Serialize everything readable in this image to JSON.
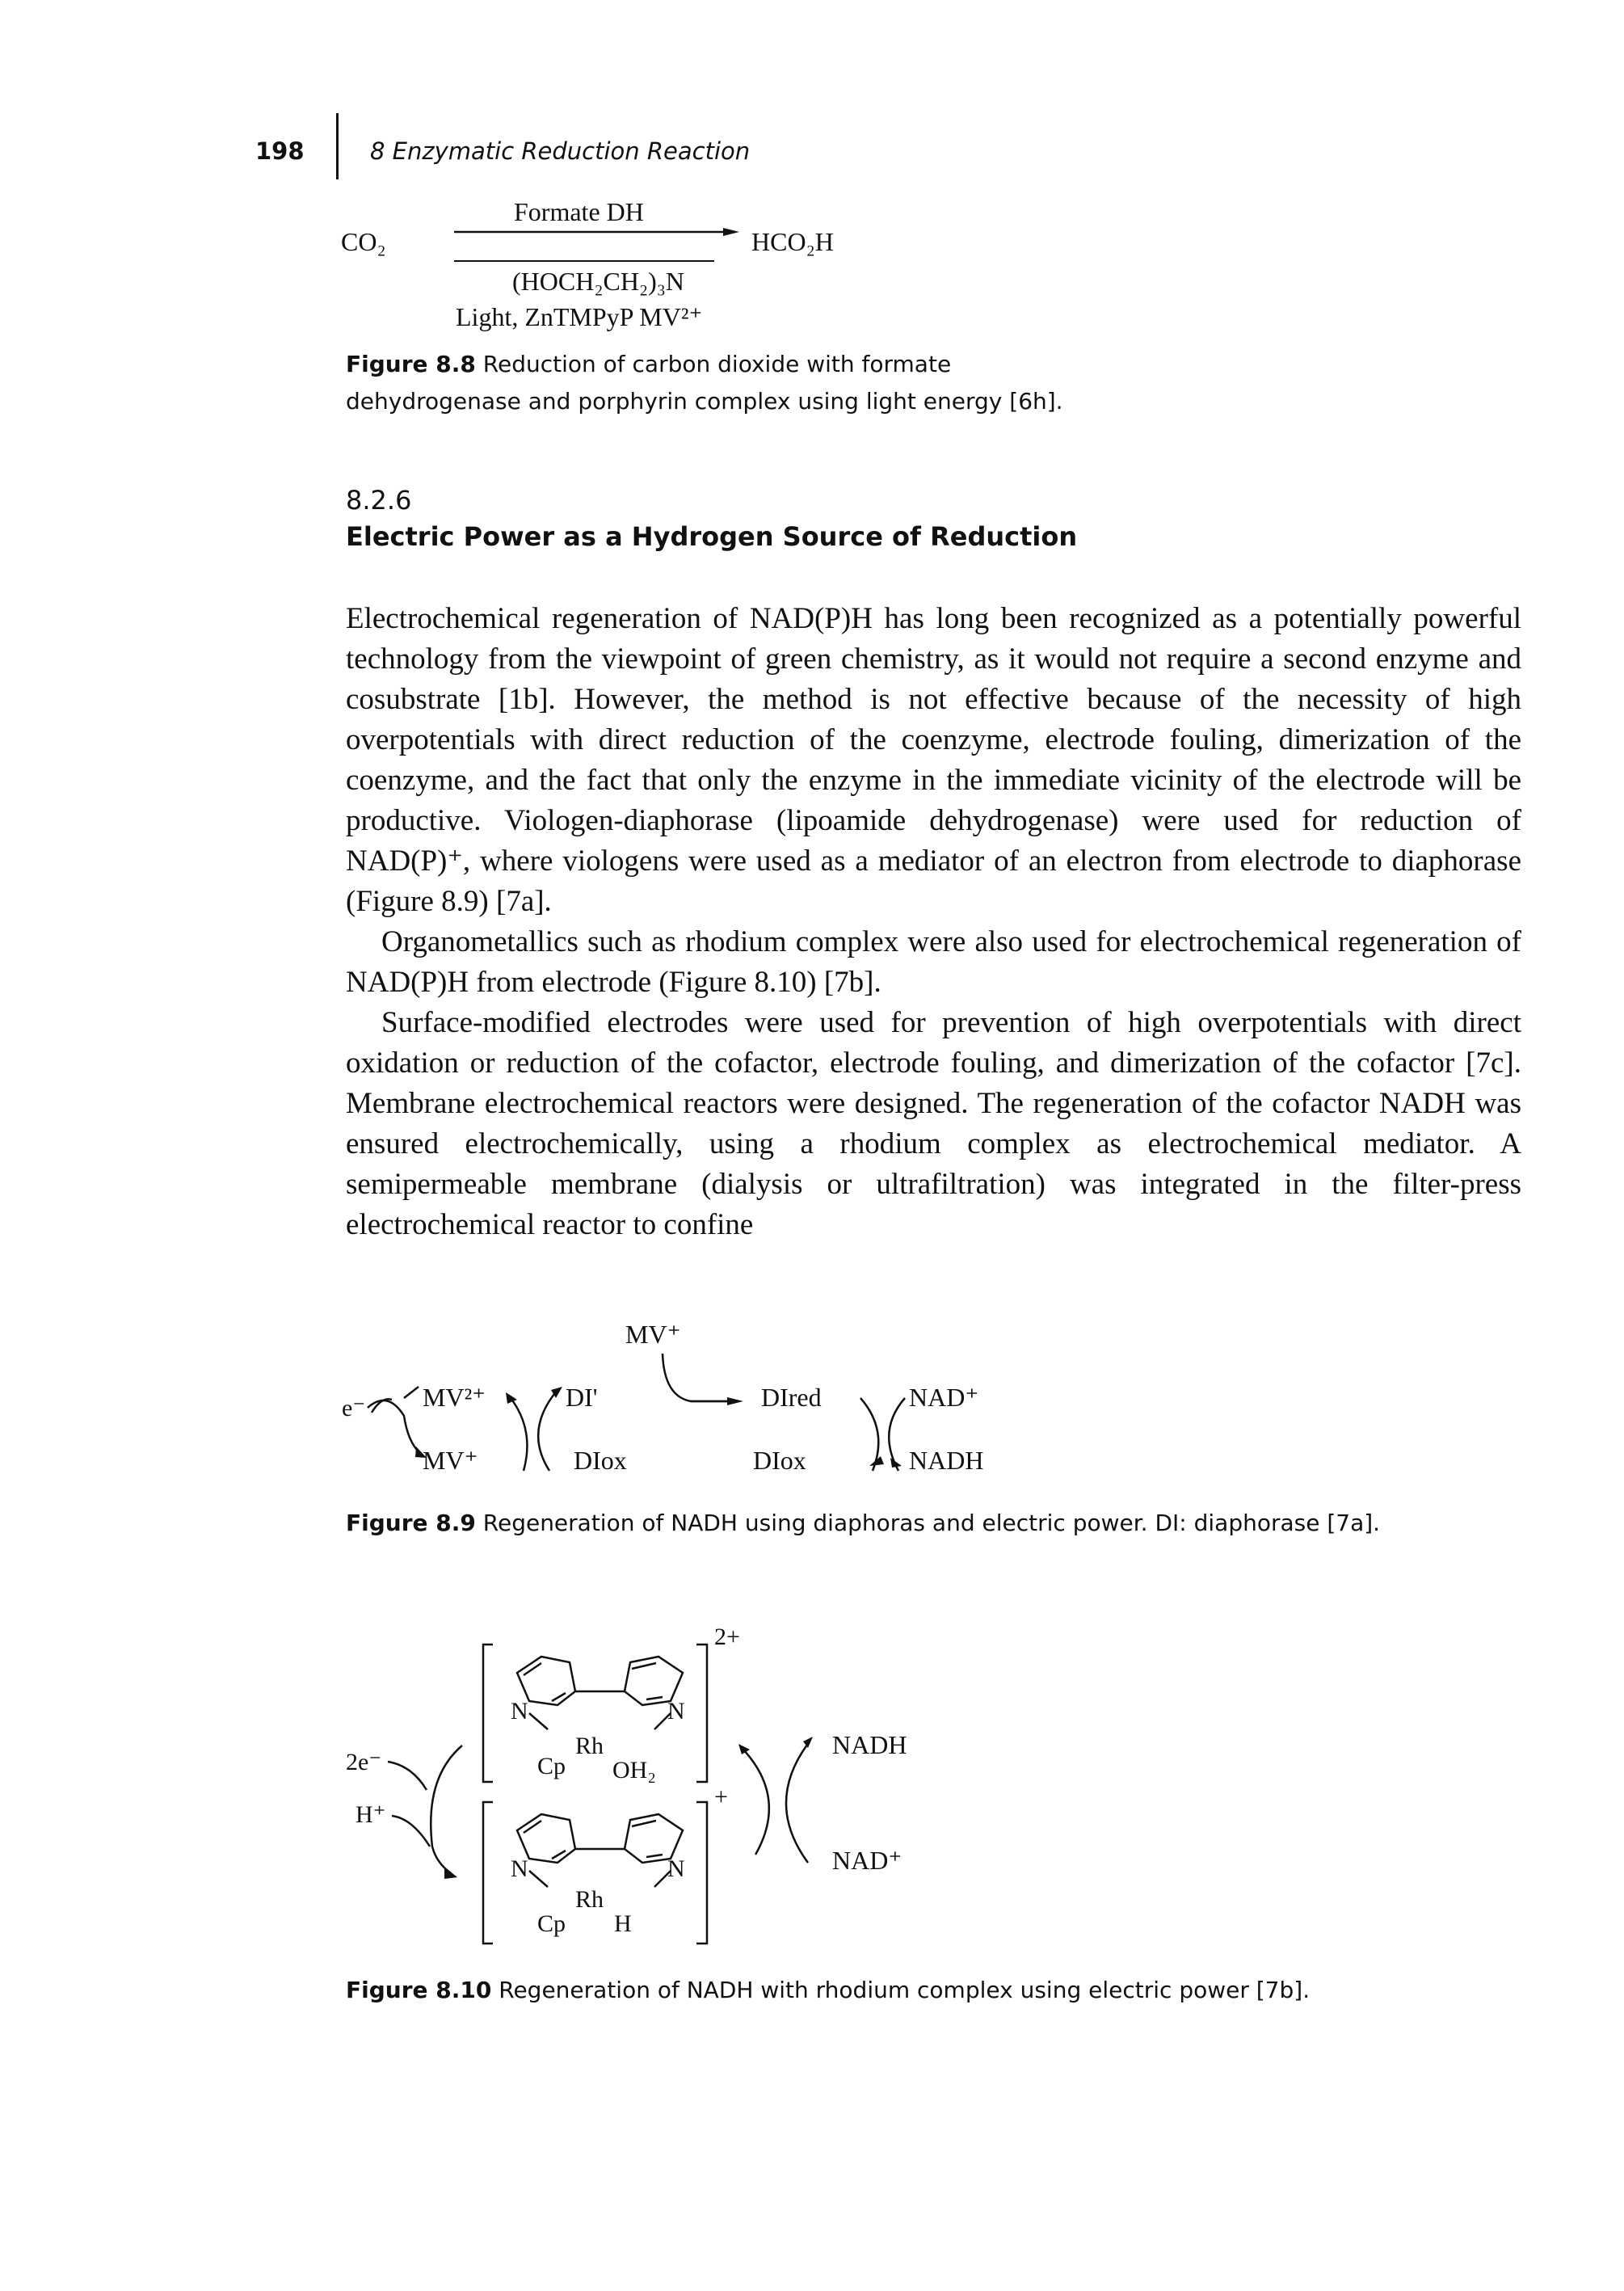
{
  "header": {
    "page_number": "198",
    "chapter_title": "8 Enzymatic Reduction Reaction"
  },
  "figure_8_8": {
    "reactant": "CO₂",
    "above_arrow": "Formate DH",
    "below_arrow": "(HOCH₂CH₂)₃N",
    "product": "HCO₂H",
    "conditions": "Light, ZnTMPyP MV²⁺",
    "caption_label": "Figure 8.8",
    "caption_text": "Reduction of carbon dioxide with formate dehydrogenase and porphyrin complex using light energy [6h]."
  },
  "section": {
    "number": "8.2.6",
    "title": "Electric Power as a Hydrogen Source of Reduction"
  },
  "paragraphs": [
    "Electrochemical regeneration of NAD(P)H has long been recognized as a potentially powerful technology from the viewpoint of green chemistry, as it would not require a second enzyme and cosubstrate [1b]. However, the method is not effective because of the necessity of high overpotentials with direct reduction of the coenzyme, electrode fouling, dimerization of the coenzyme, and the fact that only the enzyme in the immediate vicinity of the electrode will be productive. Viologen-diaphorase (lipoamide dehydrogenase) were used for reduction of NAD(P)⁺, where viologens were used as a mediator of an electron from electrode to diaphorase (Figure 8.9) [7a].",
    "Organometallics such as rhodium complex were also used for electrochemical regeneration of NAD(P)H from electrode (Figure 8.10) [7b].",
    "Surface-modified electrodes were used for prevention of high overpotentials with direct oxidation or reduction of the cofactor, electrode fouling, and dimerization of the cofactor [7c]. Membrane electrochemical reactors were designed. The regeneration of the cofactor NADH was ensured electrochemically, using a rhodium complex as electrochemical mediator. A semipermeable membrane (dialysis or ultrafiltration) was integrated in the filter-press electrochemical reactor to confine"
  ],
  "figure_8_9": {
    "mv_plus_top": "MV⁺",
    "electron": "e⁻",
    "mv2plus": "MV²⁺",
    "mv_plus_bottom": "MV⁺",
    "di_prime": "DI'",
    "diox_1": "DIox",
    "dired": "DIred",
    "diox_2": "DIox",
    "nad_plus": "NAD⁺",
    "nadh": "NADH",
    "caption_label": "Figure 8.9",
    "caption_text": "Regeneration of NADH using diaphoras and electric power. DI: diaphorase [7a]."
  },
  "figure_8_10": {
    "charge_top": "2+",
    "charge_bottom": "+",
    "two_e": "2e⁻",
    "h_plus": "H⁺",
    "n_left": "N",
    "n_right": "N",
    "rh": "Rh",
    "cp": "Cp",
    "oh2": "OH₂",
    "h_ligand": "H",
    "nadh": "NADH",
    "nad_plus": "NAD⁺",
    "caption_label": "Figure 8.10",
    "caption_text": "Regeneration of NADH with rhodium complex using electric power [7b]."
  }
}
